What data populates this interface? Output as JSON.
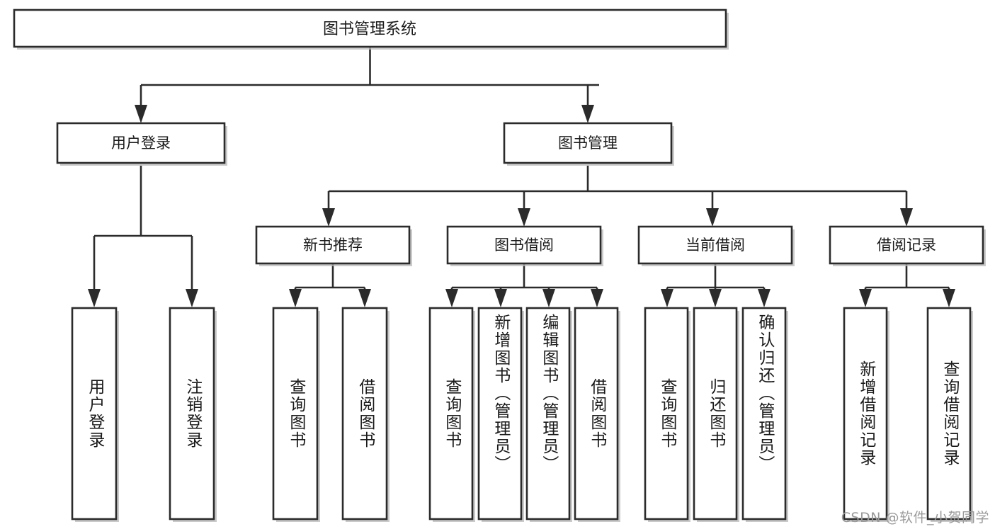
{
  "diagram": {
    "type": "tree",
    "title": "图书管理系统",
    "orientation": "top-down",
    "colors": {
      "stroke": "#2b2b2b",
      "fill": "#ffffff",
      "shadow": "#b8b8b8",
      "text": "#1a1a1a",
      "watermark": "#9a9a9a",
      "background": "#ffffff"
    },
    "root": {
      "label": "图书管理系统",
      "orientation_text": "horizontal"
    },
    "level2": [
      {
        "label": "用户登录",
        "orientation_text": "horizontal"
      },
      {
        "label": "图书管理",
        "orientation_text": "horizontal"
      }
    ],
    "level3": [
      {
        "label": "新书推荐",
        "orientation_text": "horizontal"
      },
      {
        "label": "图书借阅",
        "orientation_text": "horizontal"
      },
      {
        "label": "当前借阅",
        "orientation_text": "horizontal"
      },
      {
        "label": "借阅记录",
        "orientation_text": "horizontal"
      }
    ],
    "leaves": {
      "user_login": [
        {
          "label": "用户登录",
          "orientation_text": "vertical"
        },
        {
          "label": "注销登录",
          "orientation_text": "vertical"
        }
      ],
      "new_book_recommend": [
        {
          "label": "查询图书",
          "orientation_text": "vertical"
        },
        {
          "label": "借阅图书",
          "orientation_text": "vertical"
        }
      ],
      "book_borrow": [
        {
          "label": "查询图书",
          "orientation_text": "vertical"
        },
        {
          "label": "新增图书（管理员）",
          "orientation_text": "vertical"
        },
        {
          "label": "编辑图书（管理员）",
          "orientation_text": "vertical"
        },
        {
          "label": "借阅图书",
          "orientation_text": "vertical"
        }
      ],
      "current_borrow": [
        {
          "label": "查询图书",
          "orientation_text": "vertical"
        },
        {
          "label": "归还图书",
          "orientation_text": "vertical"
        },
        {
          "label": "确认归还（管理员）",
          "orientation_text": "vertical"
        }
      ],
      "borrow_record": [
        {
          "label": "新增借阅记录",
          "orientation_text": "vertical"
        },
        {
          "label": "查询借阅记录",
          "orientation_text": "vertical"
        }
      ]
    },
    "watermark": "CSDN @软件_小贺同学"
  }
}
